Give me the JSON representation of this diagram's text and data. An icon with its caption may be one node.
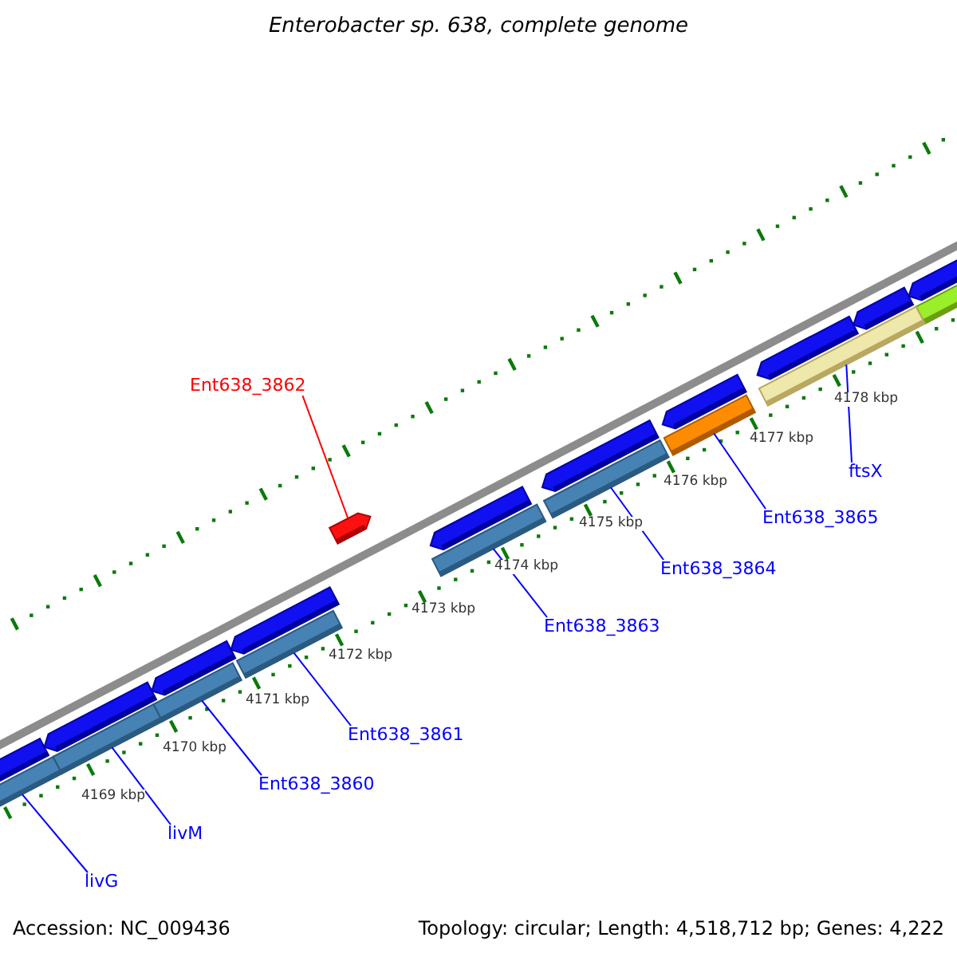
{
  "diagram": {
    "title": "Enterobacter sp. 638, complete genome",
    "nodes": [
      {
        "text": [
          "Ent638_3862"
        ]
      },
      {
        "text": [],
        "shape": "bar"
      },
      {
        "text": [
          "ftsX"
        ]
      },
      {
        "text": [],
        "shape": "bar"
      },
      {
        "text": [
          "Ent638_3865"
        ]
      },
      {
        "text": [],
        "shape": "bar"
      },
      {
        "text": [
          "Ent638_3864"
        ]
      },
      {
        "text": [],
        "shape": "bar"
      },
      {
        "text": [
          "Ent638_3863"
        ]
      },
      {
        "text": [],
        "shape": "bar"
      },
      {
        "text": [
          "Ent638_3861"
        ]
      },
      {
        "text": [],
        "shape": "bar"
      },
      {
        "text": [
          "Ent638_3860"
        ]
      },
      {
        "text": [],
        "shape": "bar"
      },
      {
        "text": [
          "livM"
        ]
      },
      {
        "text": [],
        "shape": "bar"
      },
      {
        "text": [
          "livG"
        ]
      },
      {
        "text": [],
        "shape": "bar"
      }
    ],
    "edges": [
      {
        "from": 0,
        "to": 1,
        "arrow": "none",
        "color": "#ff0000"
      },
      {
        "from": 2,
        "to": 3,
        "arrow": "none"
      },
      {
        "from": 4,
        "to": 5,
        "arrow": "none"
      },
      {
        "from": 6,
        "to": 7,
        "arrow": "none"
      },
      {
        "from": 8,
        "to": 9,
        "arrow": "none"
      },
      {
        "from": 10,
        "to": 11,
        "arrow": "none"
      },
      {
        "from": 12,
        "to": 13,
        "arrow": "none"
      },
      {
        "from": 14,
        "to": 15,
        "arrow": "none"
      },
      {
        "from": 16,
        "to": 17,
        "arrow": "none"
      }
    ],
    "labels": [
      "4178 kbp",
      "4177 kbp",
      "4176 kbp",
      "4175 kbp",
      "4174 kbp",
      "4173 kbp",
      "4172 kbp",
      "4171 kbp",
      "4170 kbp",
      "4169 kbp",
      "Accession: NC_009436",
      "Topology: circular; Length: 4,518,712 bp; Genes: 4,222"
    ]
  }
}
